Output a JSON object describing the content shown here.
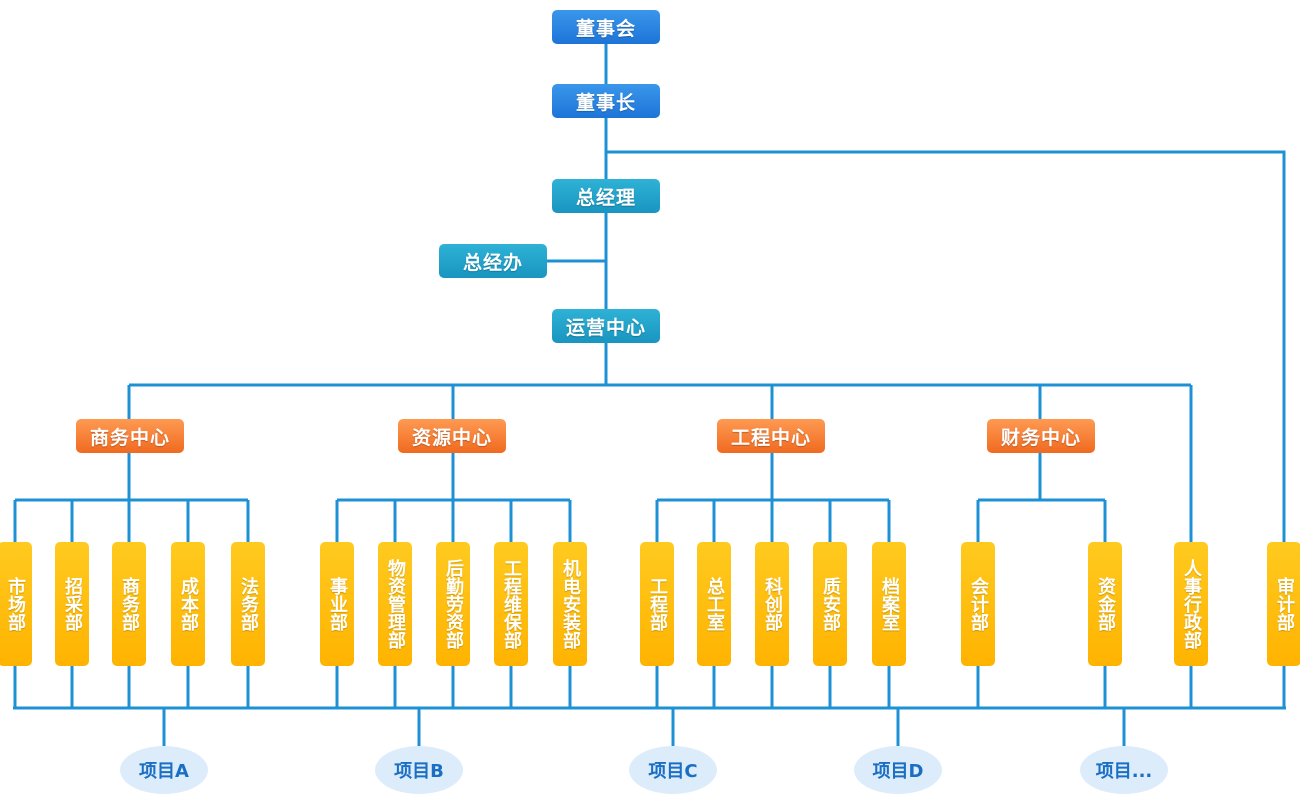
{
  "top": {
    "board": "董事会",
    "chairman": "董事长",
    "gm": "总经理",
    "gm_office": "总经办",
    "ops_center": "运营中心"
  },
  "centers": {
    "business": "商务中心",
    "resources": "资源中心",
    "engineering": "工程中心",
    "finance": "财务中心"
  },
  "departments": {
    "market": "市场部",
    "procurement": "招采部",
    "commerce": "商务部",
    "cost": "成本部",
    "legal": "法务部",
    "business_unit": "事业部",
    "materials": "物资管理部",
    "logistics_labor": "后勤劳资部",
    "eng_maintenance": "工程维保部",
    "mep_install": "机电安装部",
    "engineering": "工程部",
    "chief_engineer": "总工室",
    "research": "科创部",
    "quality_safety": "质安部",
    "archives": "档案室",
    "accounting": "会计部",
    "funds": "资金部",
    "hr_admin": "人事行政部",
    "audit": "审计部"
  },
  "projects": {
    "a": "项目A",
    "b": "项目B",
    "c": "项目C",
    "d": "项目D",
    "more": "项目..."
  },
  "colors": {
    "line": "#1e90d6",
    "top_blue": "#1f78dc",
    "top_teal": "#1a9cc6",
    "center_orange": "#f47a2e",
    "dept_yellow": "#ffbd0a",
    "project_bg": "#dcecfb",
    "project_text": "#1a6fc4"
  }
}
